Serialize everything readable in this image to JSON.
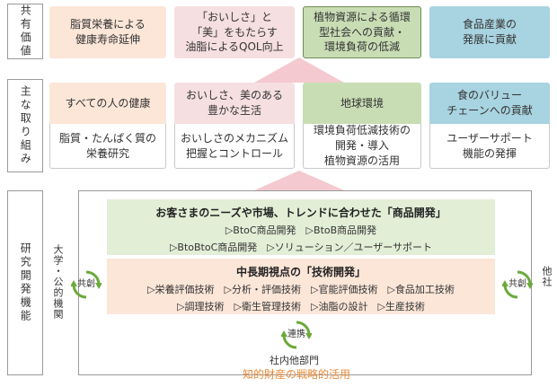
{
  "sections": {
    "shared_value": "共有価値",
    "initiatives": "主な取り組み",
    "research": "研究開発機能"
  },
  "shared_values": [
    {
      "text": "脂質栄養による\n健康寿命延伸"
    },
    {
      "text": "「おいしさ」と\n「美」をもたらす\n油脂によるQOL向上"
    },
    {
      "text": "植物資源による循環\n型社会への貢献・\n環境負荷の低減"
    },
    {
      "text": "食品産業の\n発展に貢献"
    }
  ],
  "initiatives": [
    {
      "head": "すべての人の健康",
      "body": "脂質・たんぱく質の\n栄養研究"
    },
    {
      "head": "おいしさ、美のある\n豊かな生活",
      "body": "おいしさのメカニズム\n把握とコントロール"
    },
    {
      "head": "地球環境",
      "body": "環境負荷低減技術の\n開発・導入\n植物資源の活用"
    },
    {
      "head": "食のバリュー\nチェーンへの貢献",
      "body": "ユーザーサポート\n機能の発揮"
    }
  ],
  "product_dev": {
    "title": "お客さまのニーズや市場、トレンドに合わせた「商品開発」",
    "line1": "▷BtoC商品開発　▷BtoB商品開発",
    "line2": "▷BtoBtoC商品開発　▷ソリューション／ユーザーサポート"
  },
  "tech_dev": {
    "title": "中長期視点の「技術開発」",
    "line1": "▷栄養評価技術　▷分析・評価技術　▷官能評価技術　▷食品加工技術",
    "line2": "▷調理技術　▷衛生管理技術　▷油脂の設計　▷生産技術"
  },
  "partners": {
    "left": "大学・公的機関",
    "right": "他社",
    "bottom": "社内他部門"
  },
  "cycles": {
    "left": "共創",
    "right": "共創",
    "bottom": "連携"
  },
  "ip_strategy": "知的財産の戦略的活用",
  "colors": {
    "peach": "#fbe6d8",
    "pink": "#f6dfe1",
    "green": "#c9ddb5",
    "blue": "#a8d3e0",
    "arrow": "#f4c9cf",
    "cycle_green": "#6aaa3a",
    "ip_orange": "#e88a3a"
  }
}
